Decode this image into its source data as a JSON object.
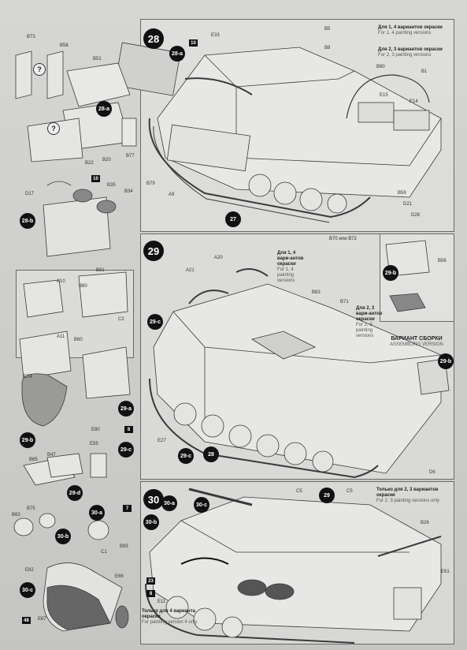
{
  "steps": {
    "s28": "28",
    "s29": "29",
    "s30": "30"
  },
  "subs": {
    "a28a": "28-a",
    "a28b": "28-b",
    "a29a": "29-a",
    "a29b": "29-b",
    "a29c": "29-c",
    "a29d": "29-d",
    "a30a": "30-a",
    "a30b": "30-b",
    "a30c": "30-c",
    "p28a": "28-a",
    "p28b": "28-b",
    "p29c_left": "29-c",
    "p29b_right": "29-b",
    "p29a": "29-a",
    "p29b": "29-b",
    "p30b": "30-b",
    "p30c": "30-c",
    "p30a": "30-a",
    "p29c_mid": "29-c",
    "p28": "28",
    "p27": "27",
    "p29": "29",
    "p29b_inset": "29-b"
  },
  "flags": {
    "f10a": "10",
    "f10b": "10",
    "f8": "8",
    "f7": "7",
    "f23": "23",
    "f8b": "8",
    "f48": "48"
  },
  "notes": {
    "n28_top_ru": "Для 1, 4 вариантов окраски",
    "n28_top_en": "For 1, 4 painting versions",
    "n28_mid_ru": "Для 2, 3 вариантов окраски",
    "n28_mid_en": "For 2, 3 painting versions",
    "n29_v14_ru": "Для 1, 4 вари-антов окраски",
    "n29_v14_en": "For 1, 4 painting versions",
    "n29_v23_ru": "Для 2, 3 вари-антов окраски",
    "n29_v23_en": "For 2, 3 painting versions",
    "n29_b70": "B70 или B72",
    "n29_assy_ru": "ВАРИАНТ СБОРКИ",
    "n29_assy_en": "ASSEMBLING VERSION",
    "n30_only_ru": "Только для 2, 3 вариантов окраски",
    "n30_only_en": "For 2, 3 painting versions only",
    "n30_v4_ru": "Только для 4 варианта окраски",
    "n30_v4_en": "For painting version 4 only"
  },
  "parts": {
    "B73": "B73",
    "B58": "B58",
    "B51": "B51",
    "B22": "B22",
    "B20": "B20",
    "B77": "B77",
    "D17": "D17",
    "B35": "B35",
    "B34": "B34",
    "E33": "E33",
    "B5": "B5",
    "B8": "B8",
    "B90": "B90",
    "B1": "B1",
    "E15": "E15",
    "E14": "E14",
    "B79": "B79",
    "A9": "A9",
    "B59": "B59",
    "D21": "D21",
    "D28": "D28",
    "A10": "A10",
    "B81": "B81",
    "B80": "B80",
    "A11": "A11",
    "C2": "C2",
    "B60": "B60",
    "E24": "E24",
    "E80": "E80",
    "E55": "E55",
    "B85": "B85",
    "B47": "B47",
    "B75": "B75",
    "B63": "B63",
    "C1": "C1",
    "B93": "B93",
    "E82": "E82",
    "E66": "E66",
    "E67": "E67",
    "E11": "E11",
    "A20": "A20",
    "A21": "A21",
    "B83": "B83",
    "B71": "B71",
    "B56": "B56",
    "E27": "E27",
    "D6": "D6",
    "C5a": "C5",
    "C5b": "C5",
    "B26": "B26",
    "E61": "E61"
  },
  "question_marks": {
    "q1": "?",
    "q2": "?"
  }
}
